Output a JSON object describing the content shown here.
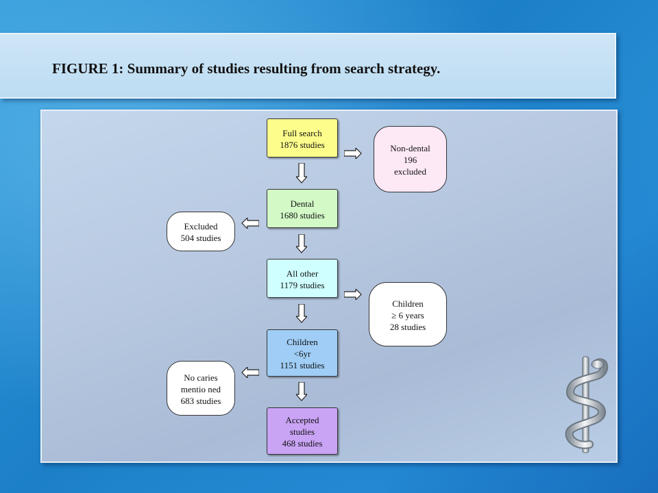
{
  "title": "FIGURE 1:  Summary of studies resulting from search strategy.",
  "nodes": {
    "full_search": "Full search\n1876 studies",
    "non_dental": "Non-dental\n196\nexcluded",
    "dental": "Dental\n1680 studies",
    "excluded": "Excluded\n504 studies",
    "all_other": "All other\n1179 studies",
    "children_6plus": "Children\n≥ 6 years\n28 studies",
    "children_under6": "Children\n<6yr\n1151 studies",
    "no_caries": "No caries\nmentio ned\n683 studies",
    "accepted": "Accepted\nstudies\n468 studies"
  },
  "colors": {
    "full_search": "#fdfd8c",
    "dental": "#d2f9c6",
    "all_other": "#cfffff",
    "children_under6": "#9fcdf6",
    "accepted": "#c9a3f4",
    "non_dental": "#fde8f6",
    "excluded_bubbles": "#ffffff"
  }
}
